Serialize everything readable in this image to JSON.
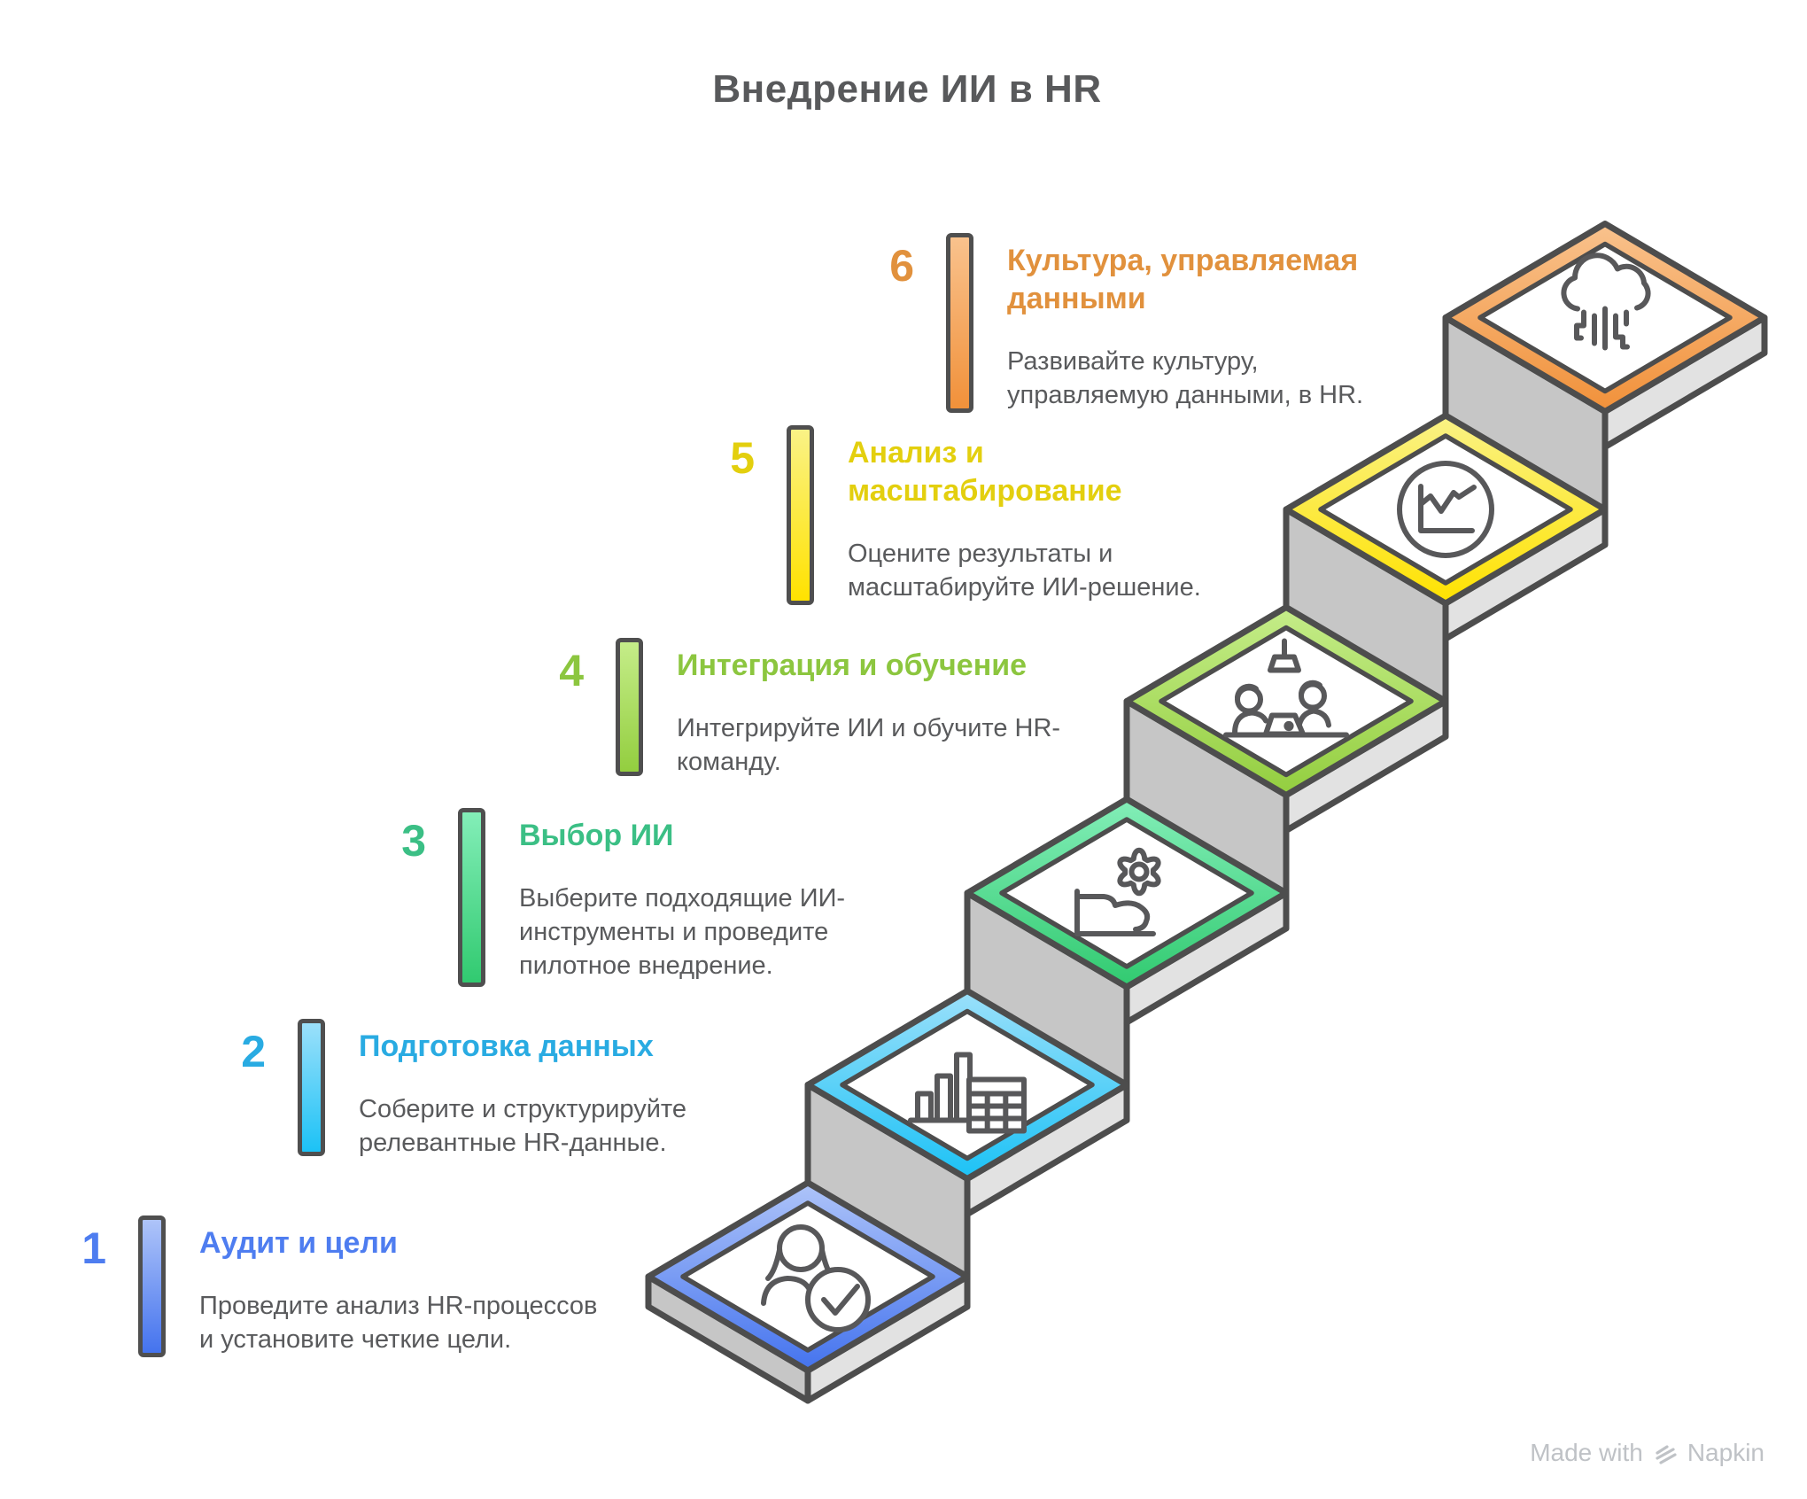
{
  "title": "Внедрение ИИ в HR",
  "footer": {
    "made_with": "Made with",
    "brand": "Napkin"
  },
  "colors": {
    "outline": "#4d4d4d",
    "icon_stroke": "#58585a",
    "body_text": "#595a5c",
    "title_text": "#58595b",
    "face_left": "#c6c6c6",
    "face_right": "#e2e2e2",
    "footer_text": "#bfc2c6"
  },
  "steps": [
    {
      "number": "1",
      "title": "Аудит и цели",
      "description": "Проведите анализ HR-процессов\nи установите четкие цели.",
      "accent": "#4e7df0",
      "grad_light": "#aec4f9",
      "grad_dark": "#4473ee",
      "icon": "person-check-icon"
    },
    {
      "number": "2",
      "title": "Подготовка данных",
      "description": "Соберите и структурируйте\nрелевантные HR-данные.",
      "accent": "#29abe2",
      "grad_light": "#9be0fa",
      "grad_dark": "#1cc2f6",
      "icon": "bar-chart-table-icon"
    },
    {
      "number": "3",
      "title": "Выбор ИИ",
      "description": "Выберите подходящие ИИ-\nинструменты и проведите\nпилотное внедрение.",
      "accent": "#3bbf85",
      "grad_light": "#83eeb8",
      "grad_dark": "#31ca70",
      "icon": "hand-gear-icon"
    },
    {
      "number": "4",
      "title": "Интеграция и обучение",
      "description": "Интегрируйте ИИ и обучите HR-\nкоманду.",
      "accent": "#8cc63f",
      "grad_light": "#c5ed89",
      "grad_dark": "#93ce3f",
      "icon": "people-training-icon"
    },
    {
      "number": "5",
      "title": "Анализ и\nмасштабирование",
      "description": "Оцените результаты и\nмасштабируйте ИИ-решение.",
      "accent": "#e3cf0e",
      "grad_light": "#faf286",
      "grad_dark": "#ffe200",
      "icon": "line-chart-circle-icon"
    },
    {
      "number": "6",
      "title": "Культура, управляемая\nданными",
      "description": "Развивайте культуру,\nуправляемую данными, в HR.",
      "accent": "#e1913d",
      "grad_light": "#f9c28d",
      "grad_dark": "#f1913a",
      "icon": "cloud-data-icon"
    }
  ]
}
